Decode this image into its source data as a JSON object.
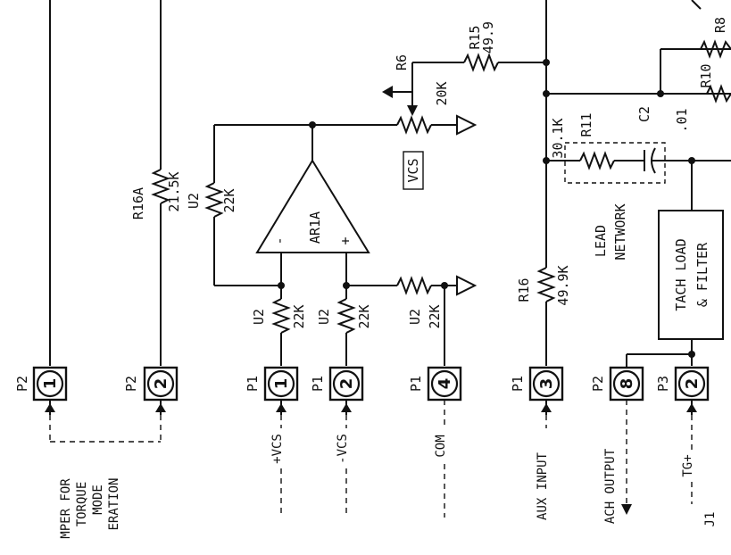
{
  "labels": {
    "r15": "R15",
    "r15_val": "49.9",
    "r6": "R6",
    "r6_val": "20K",
    "r8": "R8",
    "r10": "R10",
    "r11": "R11",
    "r11_val": "30.1K",
    "c2": "C2",
    "c2_val": ".01",
    "r16a": "R16A",
    "r16a_val": "21.5K",
    "u2_a": "U2",
    "r_fb_val": "22K",
    "u2_b": "U2",
    "r_in1_val": "22K",
    "u2_c": "U2",
    "r_in2_val": "22K",
    "u2_d": "U2",
    "r_com_val": "22K",
    "r16": "R16",
    "r16_val": "49.9K",
    "vcs": "VCS",
    "ar1a": "AR1A",
    "minus": "-",
    "plus": "+",
    "lead_network_1": "LEAD",
    "lead_network_2": "NETWORK",
    "tach_load_1": "TACH LOAD",
    "tach_load_2": "& FILTER"
  },
  "pins": [
    {
      "conn": "P2",
      "num": "1"
    },
    {
      "conn": "P2",
      "num": "2"
    },
    {
      "conn": "P1",
      "num": "1"
    },
    {
      "conn": "P1",
      "num": "2"
    },
    {
      "conn": "P1",
      "num": "4"
    },
    {
      "conn": "P1",
      "num": "3"
    },
    {
      "conn": "P2",
      "num": "8"
    },
    {
      "conn": "P3",
      "num": "2"
    }
  ],
  "signals": {
    "jumper_1": "MPER FOR",
    "jumper_2": "TORQUE",
    "jumper_3": "MODE",
    "jumper_4": "ERATION",
    "pos_vcs": "+VCS",
    "neg_vcs": "-VCS",
    "com": "COM",
    "aux_input": "AUX INPUT",
    "tach_output": "ACH OUTPUT",
    "tg_plus": "TG+",
    "jt": "J1"
  }
}
